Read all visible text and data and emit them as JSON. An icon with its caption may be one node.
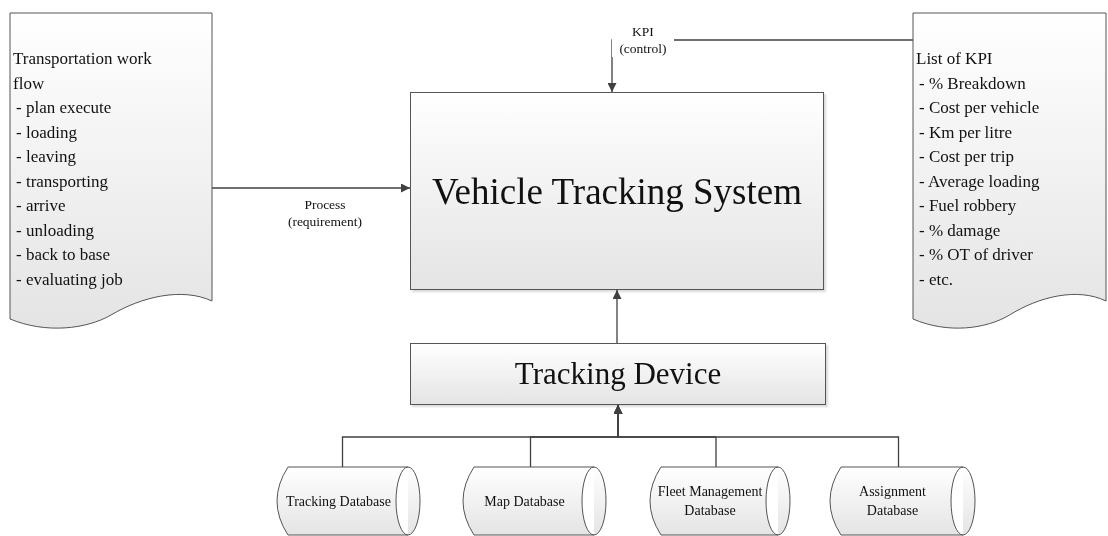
{
  "diagram": {
    "nodes": [
      {
        "text": [
          "Transportation  work flow",
          "- plan execute",
          "- loading",
          "- leaving",
          "- transporting",
          "- arrive",
          "- unloading",
          "- back to base",
          "- evaluating job"
        ]
      },
      {
        "text": [
          "Vehicle Tracking System"
        ]
      },
      {
        "text": [
          "List of KPI",
          "- % Breakdown",
          "- Cost per vehicle",
          "- Km per litre",
          "- Cost per trip",
          "- Average loading",
          "- Fuel robbery",
          "- % damage",
          "- % OT of driver",
          "- etc."
        ]
      },
      {
        "text": [
          "Tracking Device"
        ]
      },
      {
        "text": [
          "Tracking Database"
        ]
      },
      {
        "text": [
          "Map Database"
        ]
      },
      {
        "text": [
          "Fleet Management Database"
        ]
      },
      {
        "text": [
          "Assignment Database"
        ]
      }
    ],
    "edges": [
      {
        "from": 0,
        "to": 1,
        "arrow": "to",
        "label": "Process (requirement)"
      },
      {
        "from": 2,
        "to": 1,
        "arrow": "to",
        "label": "KPI (control)"
      },
      {
        "from": 3,
        "to": 1,
        "arrow": "to"
      },
      {
        "from": 4,
        "to": 3,
        "arrow": "to"
      },
      {
        "from": 5,
        "to": 3,
        "arrow": "to"
      },
      {
        "from": 6,
        "to": 3,
        "arrow": "to"
      },
      {
        "from": 7,
        "to": 3,
        "arrow": "to"
      }
    ]
  }
}
